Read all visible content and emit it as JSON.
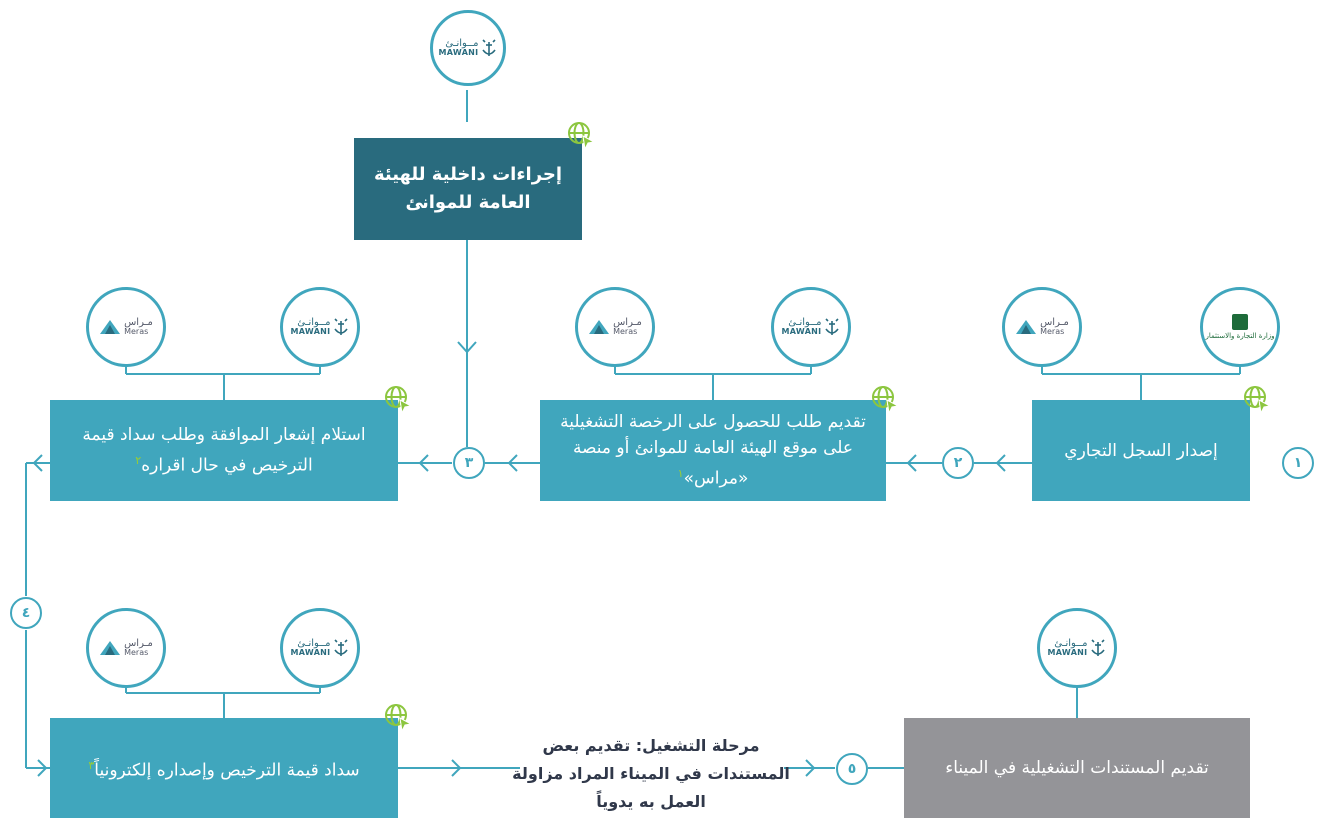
{
  "logos": {
    "mawani": {
      "ar": "مــوانـئ",
      "en": "MAWANI"
    },
    "meras": {
      "ar": "مـراس",
      "en": "Meras"
    },
    "commerce": {
      "ar": "وزارة التجارة والاستثمار"
    }
  },
  "steps": {
    "s1": {
      "number": "١",
      "text": "إصدار السجل التجاري"
    },
    "s2": {
      "number": "٢",
      "text": "تقديم طلب للحصول على الرخصة التشغيلية على موقع الهيئة العامة للموانئ أو منصة «مراس»",
      "note": "١"
    },
    "s3": {
      "number": "٣",
      "text": "استلام إشعار الموافقة وطلب سداد قيمة الترخيص في حال اقراره",
      "note": "٢"
    },
    "s4": {
      "number": "٤",
      "text": "سداد قيمة الترخيص وإصداره إلكترونياً",
      "note": "٣"
    },
    "s5": {
      "number": "٥",
      "text": "تقديم المستندات التشغيلية في الميناء"
    }
  },
  "internal": {
    "text": "إجراءات داخلية للهيئة العامة للموانئ"
  },
  "operation_label": "مرحلة التشغيل: تقديم بعض المستندات في الميناء المراد مزاولة العمل به يدوياً",
  "colors": {
    "teal": "#40a6bd",
    "dark_teal": "#296b7e",
    "grey": "#949498",
    "online_green": "#8cc63f"
  },
  "icons": {
    "online": "globe-cursor-icon",
    "arrow": "chevron-right-icon"
  }
}
